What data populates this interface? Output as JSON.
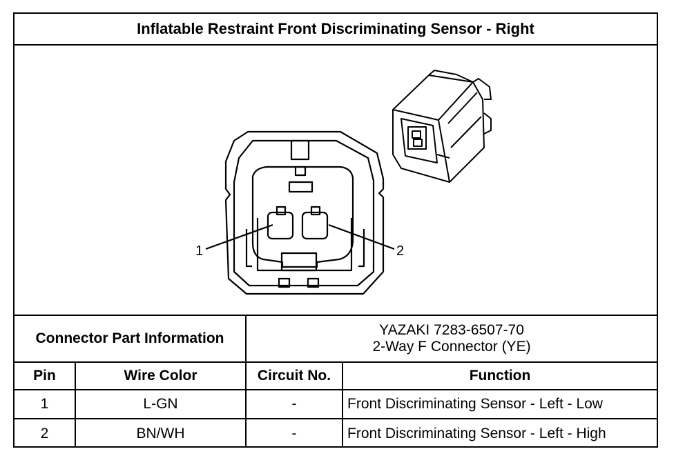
{
  "title": "Inflatable Restraint Front Discriminating Sensor - Right",
  "callouts": {
    "pin1": "1",
    "pin2": "2"
  },
  "connector_info": {
    "label": "Connector Part Information",
    "part_number": "YAZAKI 7283-6507-70",
    "description": "2-Way F Connector (YE)"
  },
  "table": {
    "headers": {
      "pin": "Pin",
      "wire_color": "Wire Color",
      "circuit": "Circuit No.",
      "function": "Function"
    },
    "rows": [
      {
        "pin": "1",
        "wire_color": "L-GN",
        "circuit": "-",
        "function": "Front Discriminating Sensor - Left - Low"
      },
      {
        "pin": "2",
        "wire_color": "BN/WH",
        "circuit": "-",
        "function": "Front Discriminating Sensor - Left - High"
      }
    ]
  }
}
